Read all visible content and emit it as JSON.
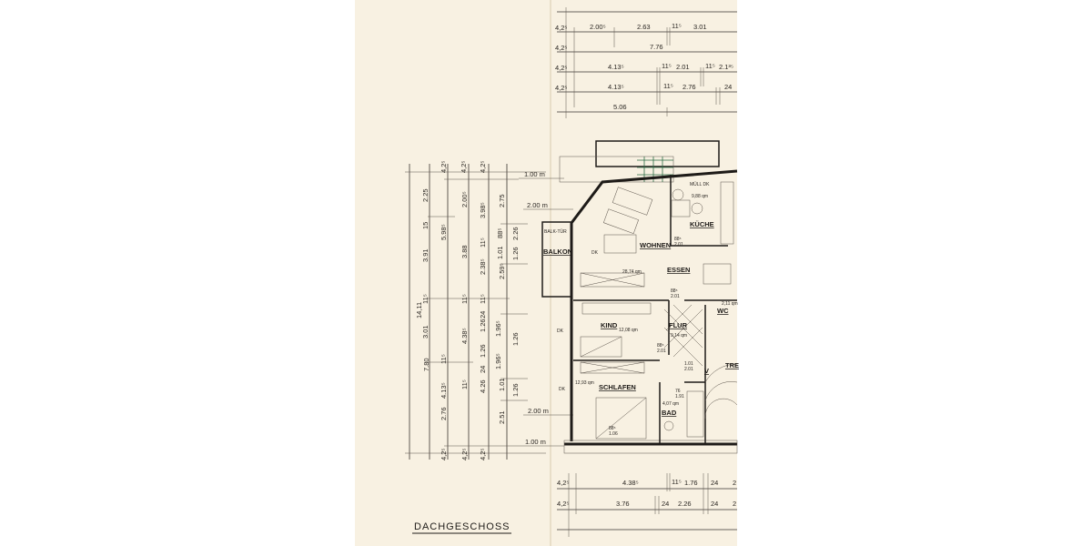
{
  "drawing": {
    "title": "DACHGESCHOSS",
    "paper_color": "#f8f1e2",
    "ink_color": "#1e1b18",
    "top_dims": {
      "row1": [
        "4,2⁵",
        "2.00⁵",
        "2.63",
        "11⁵",
        "3.01"
      ],
      "row2": [
        "4,2⁵",
        "7.76"
      ],
      "row3": [
        "4,2⁵",
        "4.13⁵",
        "11⁵",
        "2.01",
        "11⁵",
        "2.1³⁵"
      ],
      "row4": [
        "4,2⁵",
        "4.13⁵",
        "11⁵",
        "2.76",
        "24"
      ],
      "row5": [
        "5.06"
      ]
    },
    "left_dims": [
      "14,11",
      "7.80",
      "4,2⁵",
      "2.25",
      "15",
      "3.91",
      "11⁵",
      "3.01",
      "11⁵",
      "4.13⁵",
      "2.76",
      "4,2⁵",
      "4,2⁵",
      "5.98⁵",
      "2.00⁵",
      "3.88",
      "11⁵",
      "4.38⁵",
      "11⁵",
      "4,2⁵",
      "4,2⁵",
      "3.98⁵",
      "11⁵",
      "2.38⁵",
      "11⁵",
      "24",
      "1.26",
      "1.26",
      "24",
      "4.26",
      "4,2⁵",
      "2.75",
      "88⁵",
      "1.01",
      "2.59⁵",
      "1.96⁵",
      "1.96⁵",
      "1.01",
      "2.51",
      "2.26",
      "1.26",
      "1.26",
      "1.26"
    ],
    "levels": [
      "1.00 m",
      "2.00 m",
      "2.00 m",
      "1.00 m"
    ],
    "bottom_dims": {
      "row1": [
        "4,2⁵",
        "4.38⁵",
        "11⁵",
        "1.76",
        "24",
        "2"
      ],
      "row2": [
        "4,2⁵",
        "3.76",
        "24",
        "2.26",
        "24",
        "2"
      ]
    },
    "rooms": {
      "wohnen": "WOHNEN",
      "wohnen_area": "28,74 qm",
      "essen": "ESSEN",
      "kueche": "KÜCHE",
      "kueche_area": "9,88 qm",
      "muell": "MÜLL DK",
      "kind": "KIND",
      "kind_area": "12,08 qm",
      "flur": "FLUR",
      "flur_area": "9,14 qm",
      "schlafen": "SCHLAFEN",
      "schlafen_area": "12,93 qm",
      "bad": "BAD",
      "bad_area": "4,07 qm",
      "wc": "WC",
      "wc_area": "2,11 qm",
      "treppe": "TRE",
      "v": "V",
      "balkon": "BALKON",
      "balk_tuer": "BALK-TÜR",
      "dk": "DK"
    },
    "doors": [
      "88⁵",
      "2.01",
      "88⁵",
      "2.01",
      "88⁵",
      "2.01",
      "1.01",
      "2.01",
      "76",
      "1.91",
      "88⁵",
      "1.06"
    ]
  }
}
